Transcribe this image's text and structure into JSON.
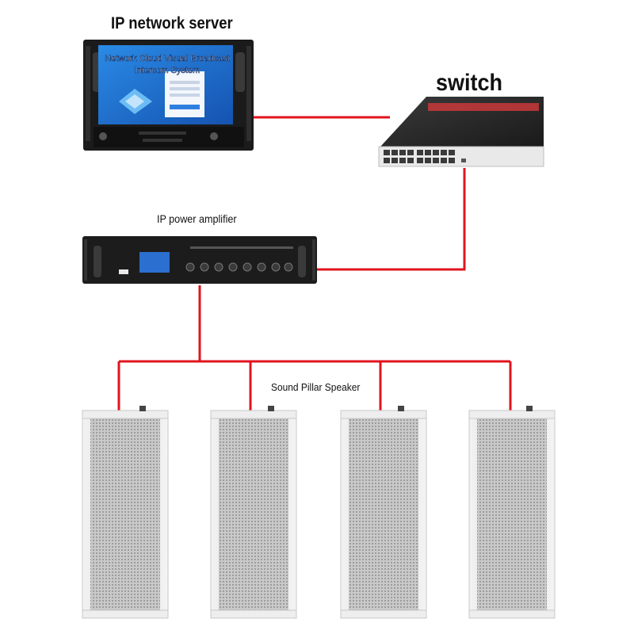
{
  "labels": {
    "server": "IP network server",
    "switch": "switch",
    "amplifier": "IP power amplifier",
    "speakers": "Sound Pillar Speaker"
  },
  "server_screen": {
    "title_line1": "Network Cloud Visual Broadcast",
    "title_line2": "Intercom System"
  },
  "colors": {
    "cable": "#e0141e",
    "device_dark": "#1c1c1c",
    "screen_blue": "#1e6fd0",
    "speaker_body": "#d9d9d9"
  }
}
